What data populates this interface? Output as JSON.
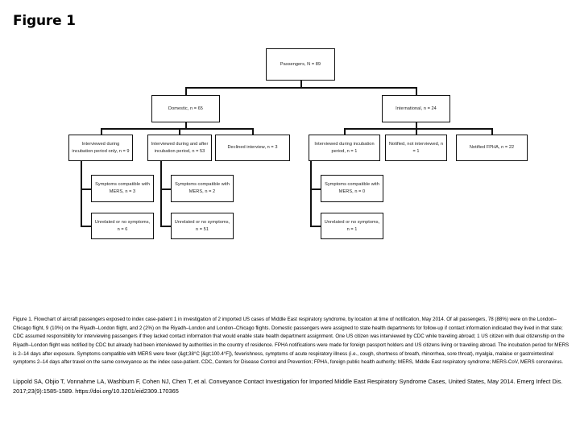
{
  "page": {
    "title": "Figure 1"
  },
  "flowchart": {
    "nodes": [
      {
        "id": "passengers",
        "label": "Passengers, N = 89"
      },
      {
        "id": "domestic",
        "label": "Domestic, n = 65"
      },
      {
        "id": "international",
        "label": "International, n = 24"
      },
      {
        "id": "dom-incub-only",
        "label": "Interviewed during incubation period only, n = 9"
      },
      {
        "id": "dom-incub-after",
        "label": "Interviewed during and after incubation period, n = 53"
      },
      {
        "id": "dom-declined",
        "label": "Declined interview, n = 3"
      },
      {
        "id": "intl-incub",
        "label": "Interviewed during incubation period, n = 1"
      },
      {
        "id": "intl-notified",
        "label": "Notified, not interviewed, n = 1"
      },
      {
        "id": "intl-fpha",
        "label": "Notified FPHA, n = 22"
      },
      {
        "id": "mers-a",
        "label": "Symptoms compatible with MERS, n = 3"
      },
      {
        "id": "unrelated-a",
        "label": "Unrelated or no symptoms, n = 6"
      },
      {
        "id": "mers-b",
        "label": "Symptoms compatible with MERS, n = 2"
      },
      {
        "id": "unrelated-b",
        "label": "Unrelated or no symptoms, n = 51"
      },
      {
        "id": "mers-c",
        "label": "Symptoms compatible with MERS, n = 0"
      },
      {
        "id": "unrelated-c",
        "label": "Unrelated or no symptoms, n = 1"
      }
    ]
  },
  "caption": {
    "body": "Figure 1. Flowchart of aircraft passengers exposed to index case-patient 1 in investigation of 2 imported US cases of Middle East respiratory syndrome, by location at time of notification, May 2014. Of all passengers, 78 (88%) were on the London–Chicago flight, 9 (10%) on the Riyadh–London flight, and 2 (2%) on the Riyadh–London and London–Chicago flights. Domestic passengers were assigned to state health departments for follow-up if contact information indicated they lived in that state; CDC assumed responsibility for interviewing passengers if they lacked contact information that would enable state health department assignment. One US citizen was interviewed by CDC while traveling abroad; 1 US citizen with dual citizenship on the Riyadh–London flight was notified by CDC but already had been interviewed by authorities in the country of residence. FPHA notifications were made for foreign passport holders and US citizens living or traveling abroad. The incubation period for MERS is 2–14 days after exposure. Symptoms compatible with MERS were fever (&gt;38°C [&gt;100.4°F]), feverishness, symptoms of acute respiratory illness (i.e., cough, shortness of breath, rhinorrhea, sore throat), myalgia, malaise or gastrointestinal symptoms 2–14 days after travel on the same conveyance as the index case-patient. CDC, Centers for Disease Control and Prevention; FPHA, foreign public health authority; MERS, Middle East respiratory syndrome; MERS-CoV, MERS coronavirus.",
    "citation": "Lippold SA, Objio T, Vonnahme LA, Washburn F, Cohen NJ, Chen T, et al. Conveyance Contact Investigation for Imported Middle East Respiratory Syndrome Cases, United States, May 2014. Emerg Infect Dis. 2017;23(9):1585-1589. https://doi.org/10.3201/eid2309.170365"
  }
}
